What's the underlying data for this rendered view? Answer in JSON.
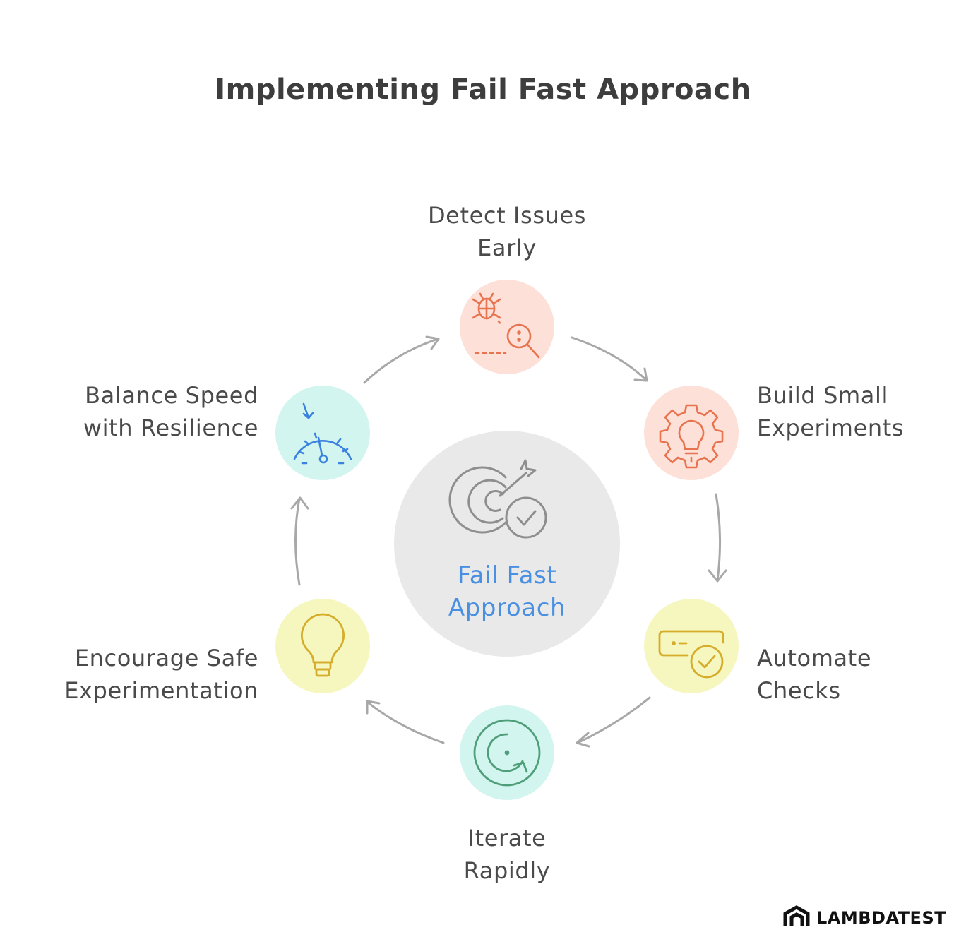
{
  "title": "Implementing Fail Fast Approach",
  "center": {
    "line1": "Fail Fast",
    "line2": "Approach",
    "icon": "target-check-icon",
    "fill": "#e9e9e9",
    "text_color": "#4a90e2"
  },
  "steps": [
    {
      "line1": "Detect Issues",
      "line2": "Early",
      "icon": "bug-search-icon",
      "fill": "#fde0d8",
      "stroke": "#e8734f"
    },
    {
      "line1": "Build Small",
      "line2": "Experiments",
      "icon": "gear-bulb-icon",
      "fill": "#fde0d8",
      "stroke": "#e8734f"
    },
    {
      "line1": "Automate",
      "line2": "Checks",
      "icon": "checklist-icon",
      "fill": "#f6f7bf",
      "stroke": "#d6ad2b"
    },
    {
      "line1": "Iterate",
      "line2": "Rapidly",
      "icon": "refresh-cycle-icon",
      "fill": "#d3f5ef",
      "stroke": "#4f9e7a"
    },
    {
      "line1": "Encourage Safe",
      "line2": "Experimentation",
      "icon": "lightbulb-icon",
      "fill": "#f6f7bf",
      "stroke": "#d6ad2b"
    },
    {
      "line1": "Balance Speed",
      "line2": "with Resilience",
      "icon": "speedometer-icon",
      "fill": "#d3f5ef",
      "stroke": "#3b82e0"
    }
  ],
  "arrow_color": "#a8a8a8",
  "logo": {
    "text": "LAMBDATEST",
    "icon": "lambdatest-logo-icon"
  }
}
